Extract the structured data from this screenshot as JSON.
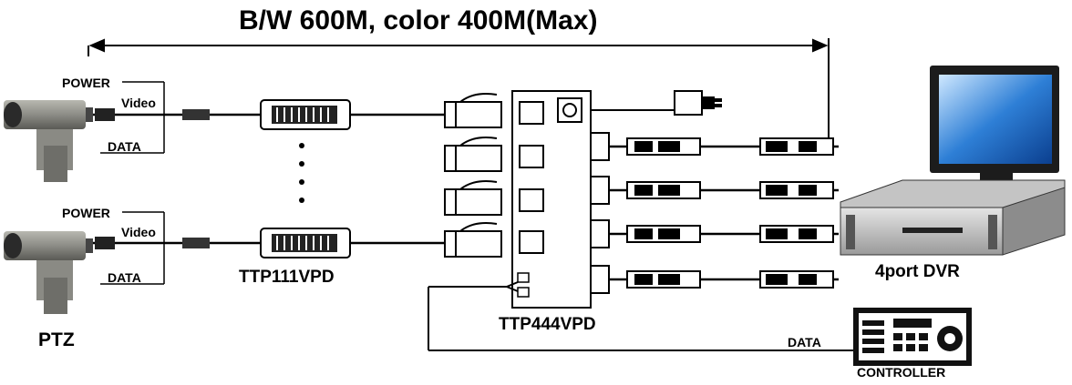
{
  "title": "B/W 600M, color 400M(Max)",
  "cameras": [
    {
      "power_label": "POWER",
      "video_label": "Video",
      "data_label": "DATA"
    },
    {
      "power_label": "POWER",
      "video_label": "Video",
      "data_label": "DATA"
    }
  ],
  "ptz_label": "PTZ",
  "transceiver_label": "TTP111VPD",
  "hub_label": "TTP444VPD",
  "dvr_label": "4port DVR",
  "controller_label": "CONTROLLER",
  "controller_data_label": "DATA"
}
